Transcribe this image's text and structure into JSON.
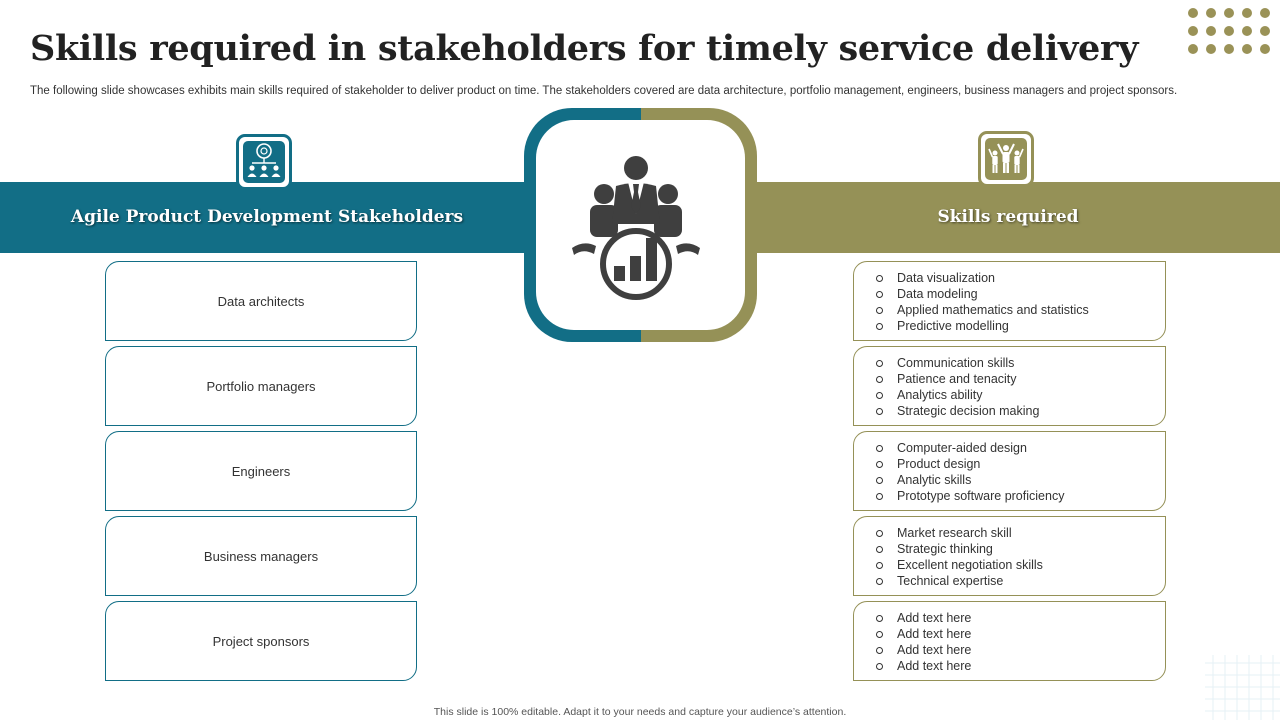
{
  "slide": {
    "title": "Skills required in stakeholders for timely service delivery",
    "subtitle": "The following slide showcases exhibits main skills required of stakeholder to deliver product on time. The stakeholders covered are data architecture, portfolio management, engineers, business managers and project sponsors.",
    "footer": "This slide is 100% editable. Adapt it to your needs and capture your audience’s attention."
  },
  "colors": {
    "teal": "#126e86",
    "olive": "#959157",
    "dark_icon": "#3f3f3f"
  },
  "left_panel": {
    "heading": "Agile Product Development Stakeholders",
    "icon": "team-hierarchy-icon",
    "stakeholders": [
      "Data architects",
      "Portfolio managers",
      "Engineers",
      "Business managers",
      "Project sponsors"
    ]
  },
  "right_panel": {
    "heading": "Skills  required",
    "icon": "celebrating-team-icon",
    "skills": [
      [
        "Data visualization",
        "Data modeling",
        "Applied mathematics and statistics",
        "Predictive  modelling"
      ],
      [
        "Communication  skills",
        "Patience and tenacity",
        "Analytics ability",
        "Strategic decision making"
      ],
      [
        "Computer-aided  design",
        "Product design",
        "Analytic skills",
        "Prototype software  proficiency"
      ],
      [
        "Market research  skill",
        "Strategic thinking",
        "Excellent negotiation  skills",
        "Technical expertise"
      ],
      [
        "Add text here",
        "Add text here",
        "Add text here",
        "Add text here"
      ]
    ]
  },
  "center": {
    "icon": "business-team-growth-icon"
  }
}
